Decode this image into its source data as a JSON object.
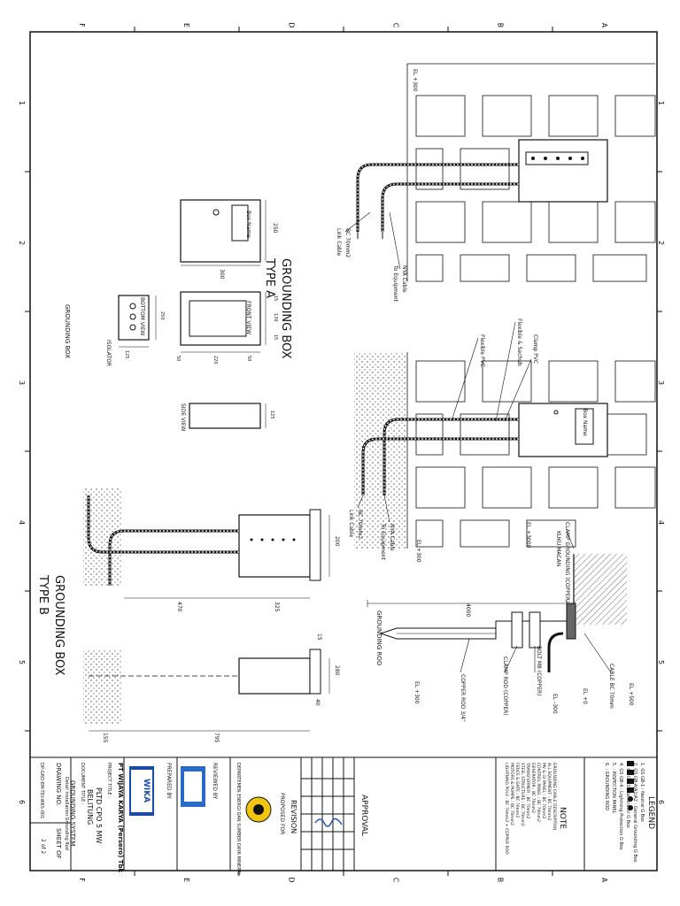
{
  "grid": {
    "cols_top": [
      "F",
      "E",
      "D",
      "C",
      "B",
      "A"
    ],
    "rows_side": [
      "1",
      "2",
      "3",
      "4",
      "5",
      "6"
    ]
  },
  "typeA": {
    "title": "GROUNDING BOX",
    "subtitle": "TYPE A",
    "box_label": "Box Name",
    "dims": {
      "w": "300",
      "h": "250",
      "front_w": "220",
      "front_l": "50",
      "front_r": "50",
      "front_h1": "15",
      "front_h2": "130",
      "front_h3": "15",
      "side": "125",
      "bottom_h": "250",
      "bottom_w": "125"
    },
    "views": {
      "front": "FRONT VIEW",
      "side": "SIDE VIEW",
      "bottom": "BOTTOM VIEW",
      "isolator": "ISOLATOR"
    },
    "caption": "GROUNDING BOX"
  },
  "wall1": {
    "el": "EL +300",
    "bc_label": "BC 70mm2",
    "bc_sub": "Link Cable",
    "nya_label": "NYA Cable",
    "nya_sub": "To Equipment"
  },
  "wall2": {
    "el_top": "EL +3000",
    "el_bottom": "EL +300",
    "box_label": "Box Name",
    "clamp_pvc": "Clamp PVC",
    "flexible": "Flexible & Sechub",
    "fleks_pvc": "Flexible PVC",
    "bc_label": "BC 70mm2",
    "bc_sub": "Link Cable",
    "nya_label": "NYA Cable",
    "nya_sub": "To Equipment"
  },
  "rod": {
    "clamp_grounding": "CLAMP GROUNDING (COPPER)",
    "kuku_macan": "KUKU MACAN",
    "cable_bc": "CABLE BC 70mm",
    "el_500": "EL +500",
    "el_0": "EL +0",
    "el_300": "EL -300",
    "bolt": "BOLT M8 (COPPER)",
    "clamp_rod": "CLAMP ROD (COPPER)",
    "copper_rod": "COPPER ROD 3/4\"",
    "dim_4000": "4000",
    "caption": "GROUNDING ROD",
    "el_300b": "EL +300"
  },
  "typeB": {
    "title": "GROUNDING BOX",
    "subtitle": "TYPE B",
    "dims": {
      "a": "200",
      "b": "470",
      "c": "325",
      "d": "155",
      "e": "795",
      "f": "15",
      "g": "40",
      "h": "280"
    }
  },
  "titleblock": {
    "legend_title": "LEGEND",
    "legend_items": [
      "1. GS GB-1 : Neutral G Box",
      "2. GS GB-A/A1/A2 : General Grounding G Box",
      "3. GS GB-3 : Generator G Box",
      "4. GS GB-4 : Lightning Protection G Box",
      "5. : INSPECTION PANEL",
      "6. : GROUNDING ROD"
    ],
    "note_title": "NOTE",
    "notes": [
      "GROUNDING CABLE DESCRIPTION",
      "ALL EQUIPMENT : BC 70mm2",
      "MV & LV PANEL : BC 70mm2",
      "CONTROL PANEL : BC 70mm2",
      "GENERATOR : BC 70mm2",
      "TRANSFORMER : BC 70mm2",
      "STEEL STRUCTURE : BC 70mm2",
      "FENCE & GATE : BC 70mm2",
      "MOTORS & PUMPS : BC 70mm2",
      "LIGHTNING POLE : BC 70mm2 + COPPER ROD"
    ],
    "approval": "APPROVAL",
    "revision": "REVISION",
    "proposed_for": "PROPOSED FOR",
    "reviewed_by": "REVIEWED BY",
    "prepared_by": "PREPARED BY",
    "authority": "DEPARTEMEN ENERGI DAN SUMBER DAYA MINERAL",
    "company": "PT WIJAYA KARYA (Persero) Tbk",
    "logo": "WIKA",
    "project_title_label": "PROJECT TITLE :",
    "project_title": "PLTD CPO 5 MW",
    "project_loc": "BELITUNG",
    "doc_title_label": "DOCUMENT TITLE :",
    "doc_title": "GROUNDING SYSTEM",
    "doc_sub": "Detail Installation Grounding Rod",
    "drawing_no_label": "DRAWING NO.",
    "drawing_no": "DP-GRD-EM-TDI-WKS-001",
    "sheet_label": "SHEET OF",
    "sheet": "2 of 2"
  },
  "colors": {
    "line": "#111111",
    "hatch": "#444444",
    "paper": "#ffffff"
  }
}
